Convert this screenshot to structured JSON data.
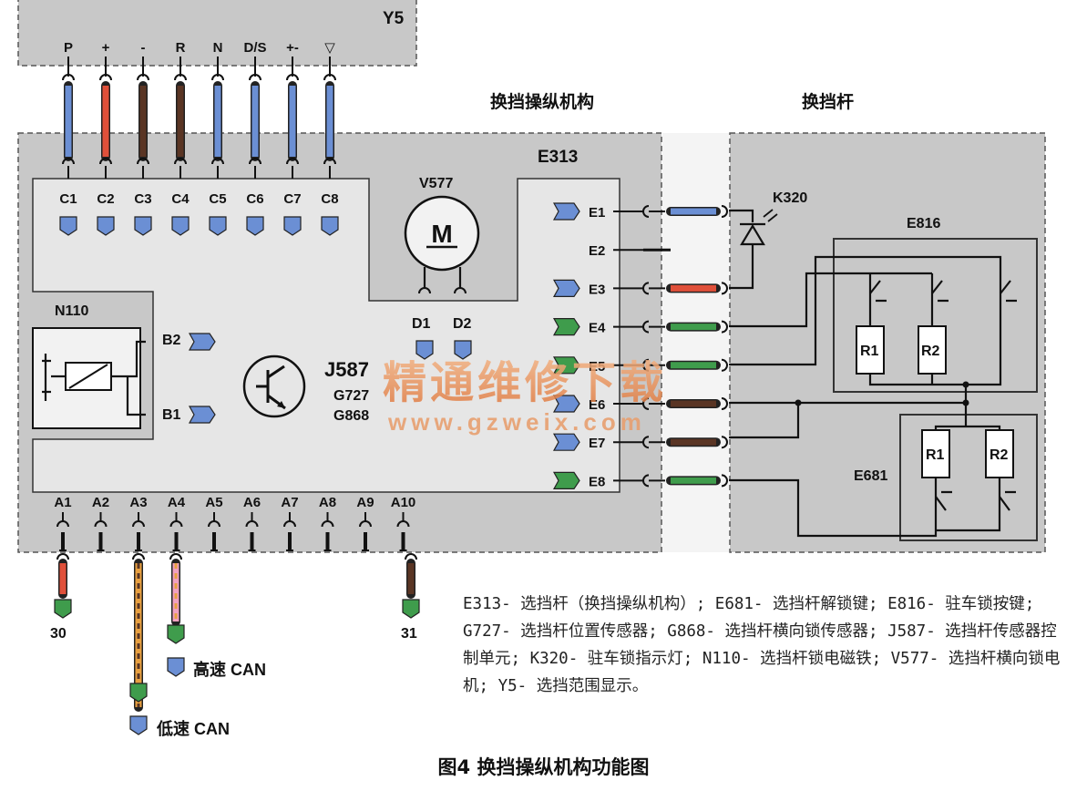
{
  "headers": {
    "y5": "Y5",
    "mechanism": "换挡操纵机构",
    "lever": "换挡杆",
    "e313": "E313"
  },
  "y5_pins": [
    "P",
    "+",
    "-",
    "R",
    "N",
    "D/S",
    "+-",
    "▽"
  ],
  "c_pins": [
    "C1",
    "C2",
    "C3",
    "C4",
    "C5",
    "C6",
    "C7",
    "C8"
  ],
  "a_pins": [
    "A1",
    "A2",
    "A3",
    "A4",
    "A5",
    "A6",
    "A7",
    "A8",
    "A9",
    "A10"
  ],
  "e_pins": [
    "E1",
    "E2",
    "E3",
    "E4",
    "E5",
    "E6",
    "E7",
    "E8"
  ],
  "components": {
    "v577": "V577",
    "motor": "M",
    "n110": "N110",
    "b2": "B2",
    "b1": "B1",
    "d1": "D1",
    "d2": "D2",
    "j587": "J587",
    "g727": "G727",
    "g868": "G868",
    "k320": "K320",
    "e816": "E816",
    "e681": "E681",
    "r1": "R1",
    "r2": "R2"
  },
  "terminals": {
    "t30": "30",
    "t31": "31",
    "can_high": "高速 CAN",
    "can_low": "低速 CAN"
  },
  "watermark": {
    "cn": "精通维修下载",
    "url": "www.gzweix.com"
  },
  "legend": "E313- 选挡杆（换挡操纵机构）; E681- 选挡杆解锁键; E816- 驻车锁按键; G727- 选挡杆位置传感器; G868- 选挡杆横向锁传感器; J587- 选挡杆传感器控制单元; K320- 驻车锁指示灯; N110- 选挡杆锁电磁铁; V577- 选挡杆横向锁电机; Y5- 选挡范围显示。",
  "caption": "图4  换挡操纵机构功能图",
  "colors": {
    "blue": "#6b8fd4",
    "red": "#e0503a",
    "brown": "#5a3524",
    "green": "#3f9c4c",
    "pink": "#f0a0c0",
    "orange": "#e8a040",
    "watermark": "#e8a070"
  }
}
